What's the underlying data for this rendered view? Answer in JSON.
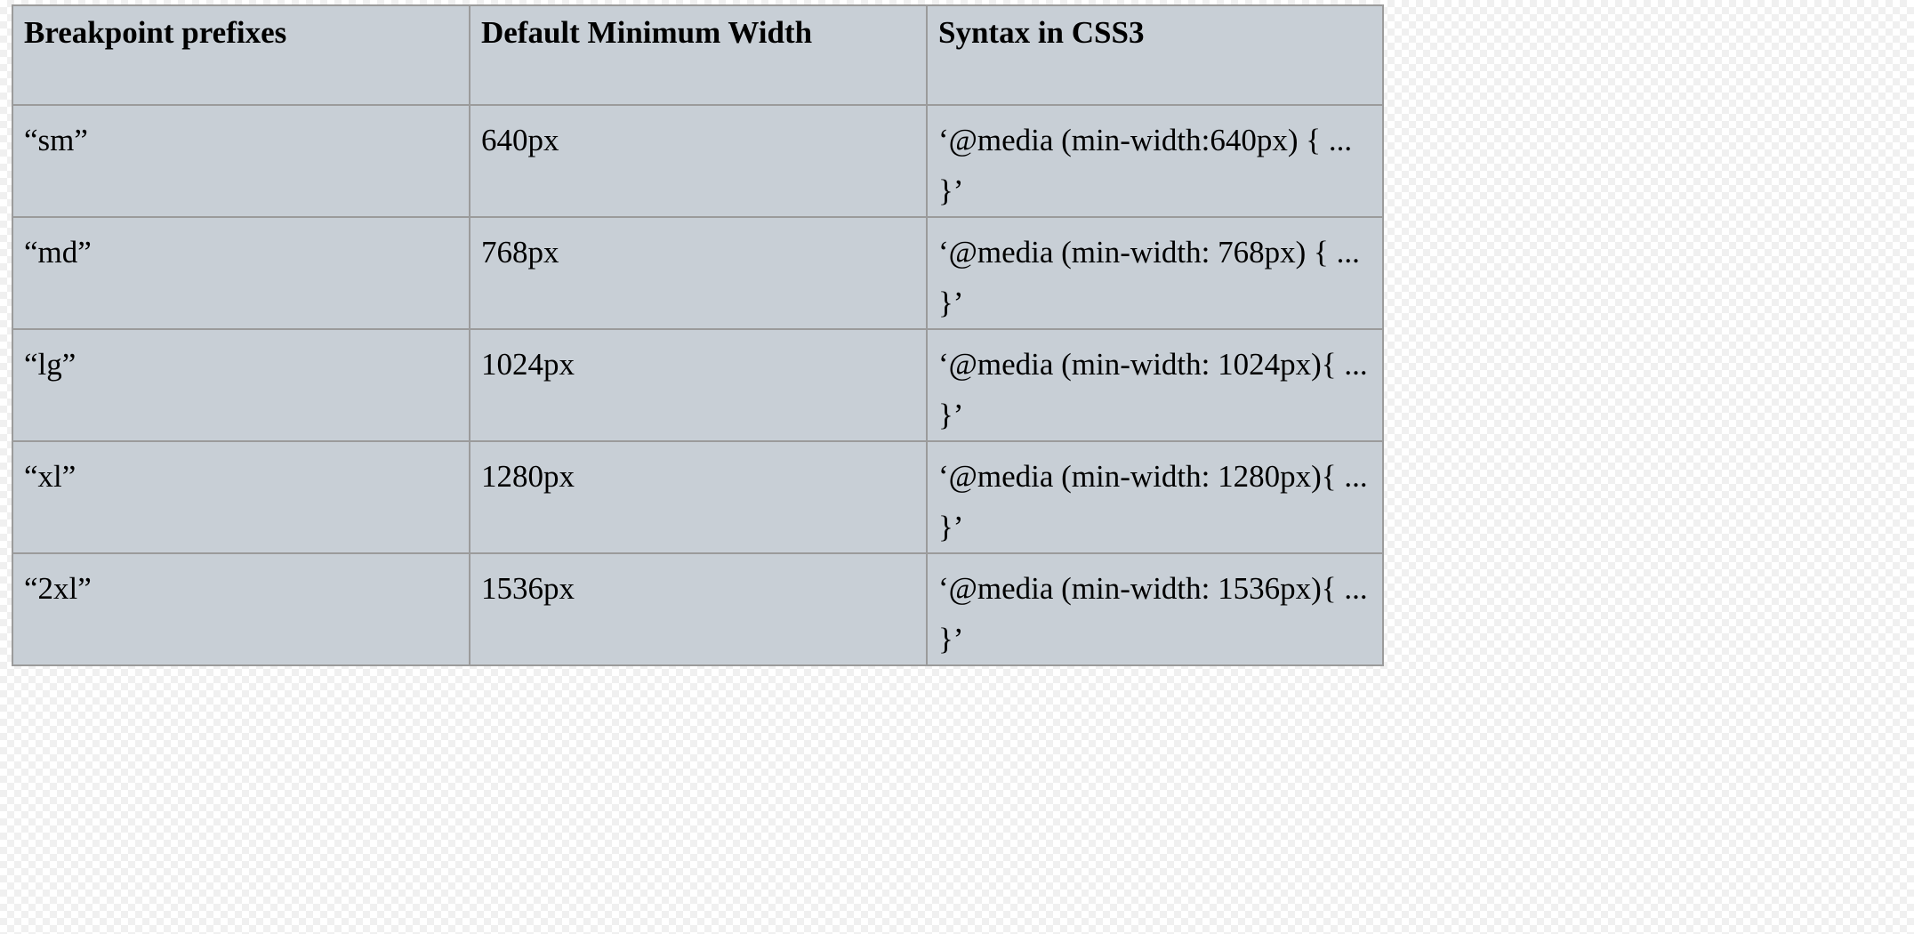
{
  "table": {
    "headers": [
      "Breakpoint prefixes",
      "Default Minimum Width",
      "Syntax in CSS3"
    ],
    "rows": [
      [
        "“sm”",
        "640px",
        "‘@media (min-width:640px) { ... }’"
      ],
      [
        "“md”",
        "768px",
        "‘@media (min-width: 768px) { ... }’"
      ],
      [
        "“lg”",
        "1024px",
        "‘@media (min-width: 1024px){ ... }’"
      ],
      [
        "“xl”",
        "1280px",
        "‘@media (min-width: 1280px){ ... }’"
      ],
      [
        "“2xl”",
        "1536px",
        "‘@media (min-width: 1536px){ ... }’"
      ]
    ]
  },
  "colors": {
    "cell_background": "#c8cfd6",
    "border": "#9b9b9b",
    "text": "#000000"
  }
}
